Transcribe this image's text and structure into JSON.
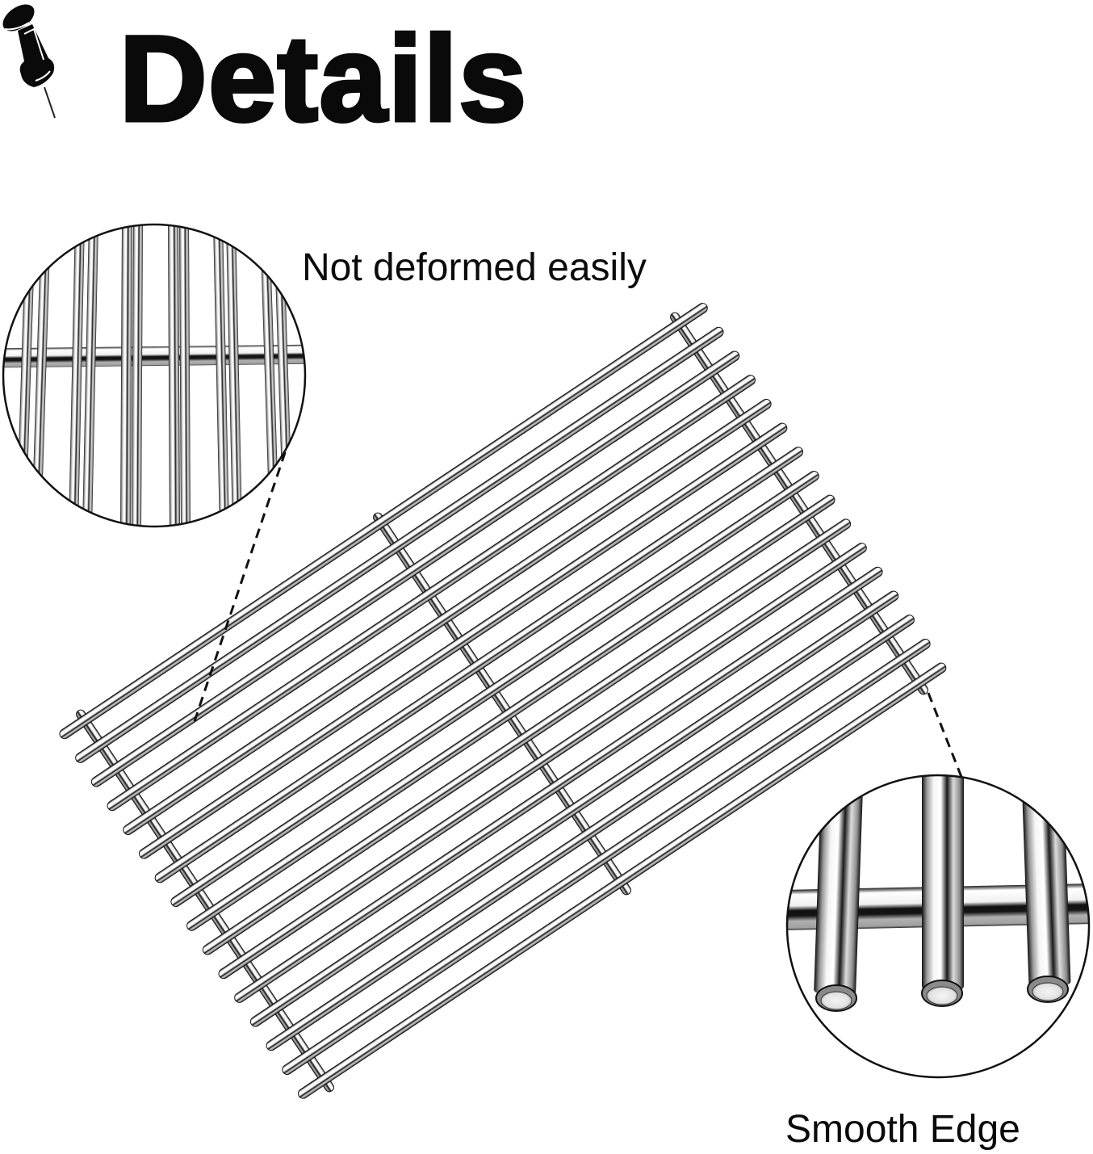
{
  "header": {
    "title": "Details",
    "icon": "pushpin-icon"
  },
  "callouts": {
    "top_left": {
      "caption": "Not deformed easily",
      "icon": "magnified-grate-bars-icon"
    },
    "bottom_right": {
      "caption": "Smooth Edge",
      "icon": "magnified-rod-ends-icon"
    }
  },
  "product": {
    "name": "stainless-steel-cooking-grate",
    "bar_count": 16,
    "cross_rod_count": 3
  },
  "colors": {
    "background": "#ffffff",
    "text": "#0a0a0a",
    "steel_dark": "#111111",
    "steel_mid": "#9a9a9a",
    "steel_light": "#f2f2f2"
  }
}
